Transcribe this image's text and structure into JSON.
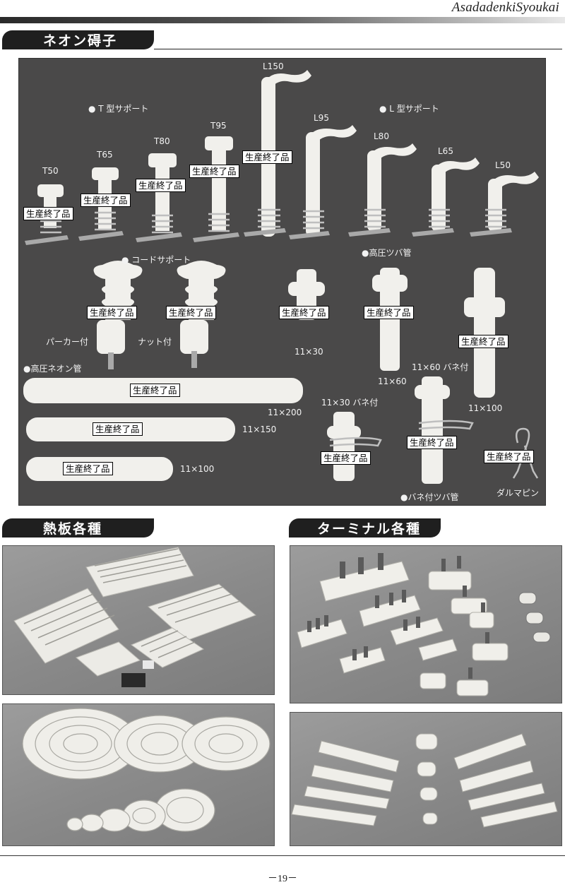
{
  "header": {
    "brand": "AsadadenkiSyoukai"
  },
  "sections": {
    "neon": "ネオン碍子",
    "heater": "熱板各種",
    "terminal": "ターミナル各種"
  },
  "neon_panel": {
    "categories": {
      "t_support": "● T 型サポート",
      "l_support": "● L 型サポート",
      "cord_support": "●  コードサポート",
      "hv_tsuba": "●高圧ツバ管",
      "hv_neon": "●高圧ネオン管",
      "spring_tsuba": "●バネ付ツバ管"
    },
    "models": {
      "t50": "T50",
      "t65": "T65",
      "t80": "T80",
      "t95": "T95",
      "l150": "L150",
      "l95": "L95",
      "l80": "L80",
      "l65": "L65",
      "l50": "L50"
    },
    "notes": {
      "parker": "パーカー付",
      "nut": "ナット付",
      "size_11x30": "11×30",
      "size_11x60": "11×60",
      "size_11x60_spring": "11×60  バネ付",
      "size_11x100_tube": "11×100",
      "size_11x30_spring": "11×30  バネ付",
      "size_11x200": "11×200",
      "size_11x150": "11×150",
      "size_11x100": "11×100",
      "daruma_pin": "ダルマピン"
    },
    "stamp": "生産終了品"
  },
  "footer": {
    "page_number": "－19－"
  }
}
